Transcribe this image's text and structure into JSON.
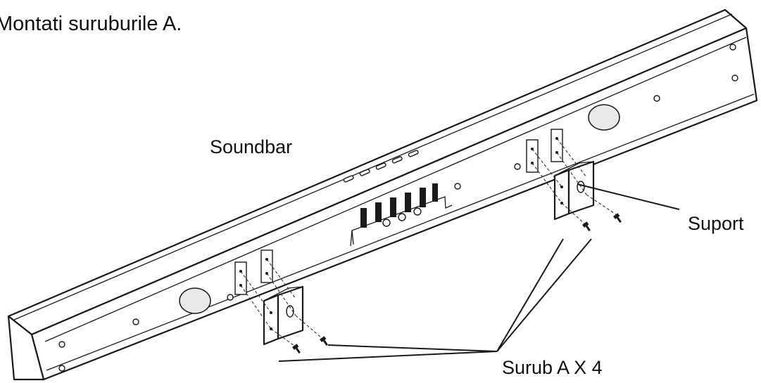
{
  "title": "Montati suruburile A.",
  "labels": {
    "soundbar": "Soundbar",
    "bracket": "Suport",
    "screws": "Surub A X 4"
  },
  "colors": {
    "line": "#1a1a1a",
    "background": "#ffffff"
  }
}
